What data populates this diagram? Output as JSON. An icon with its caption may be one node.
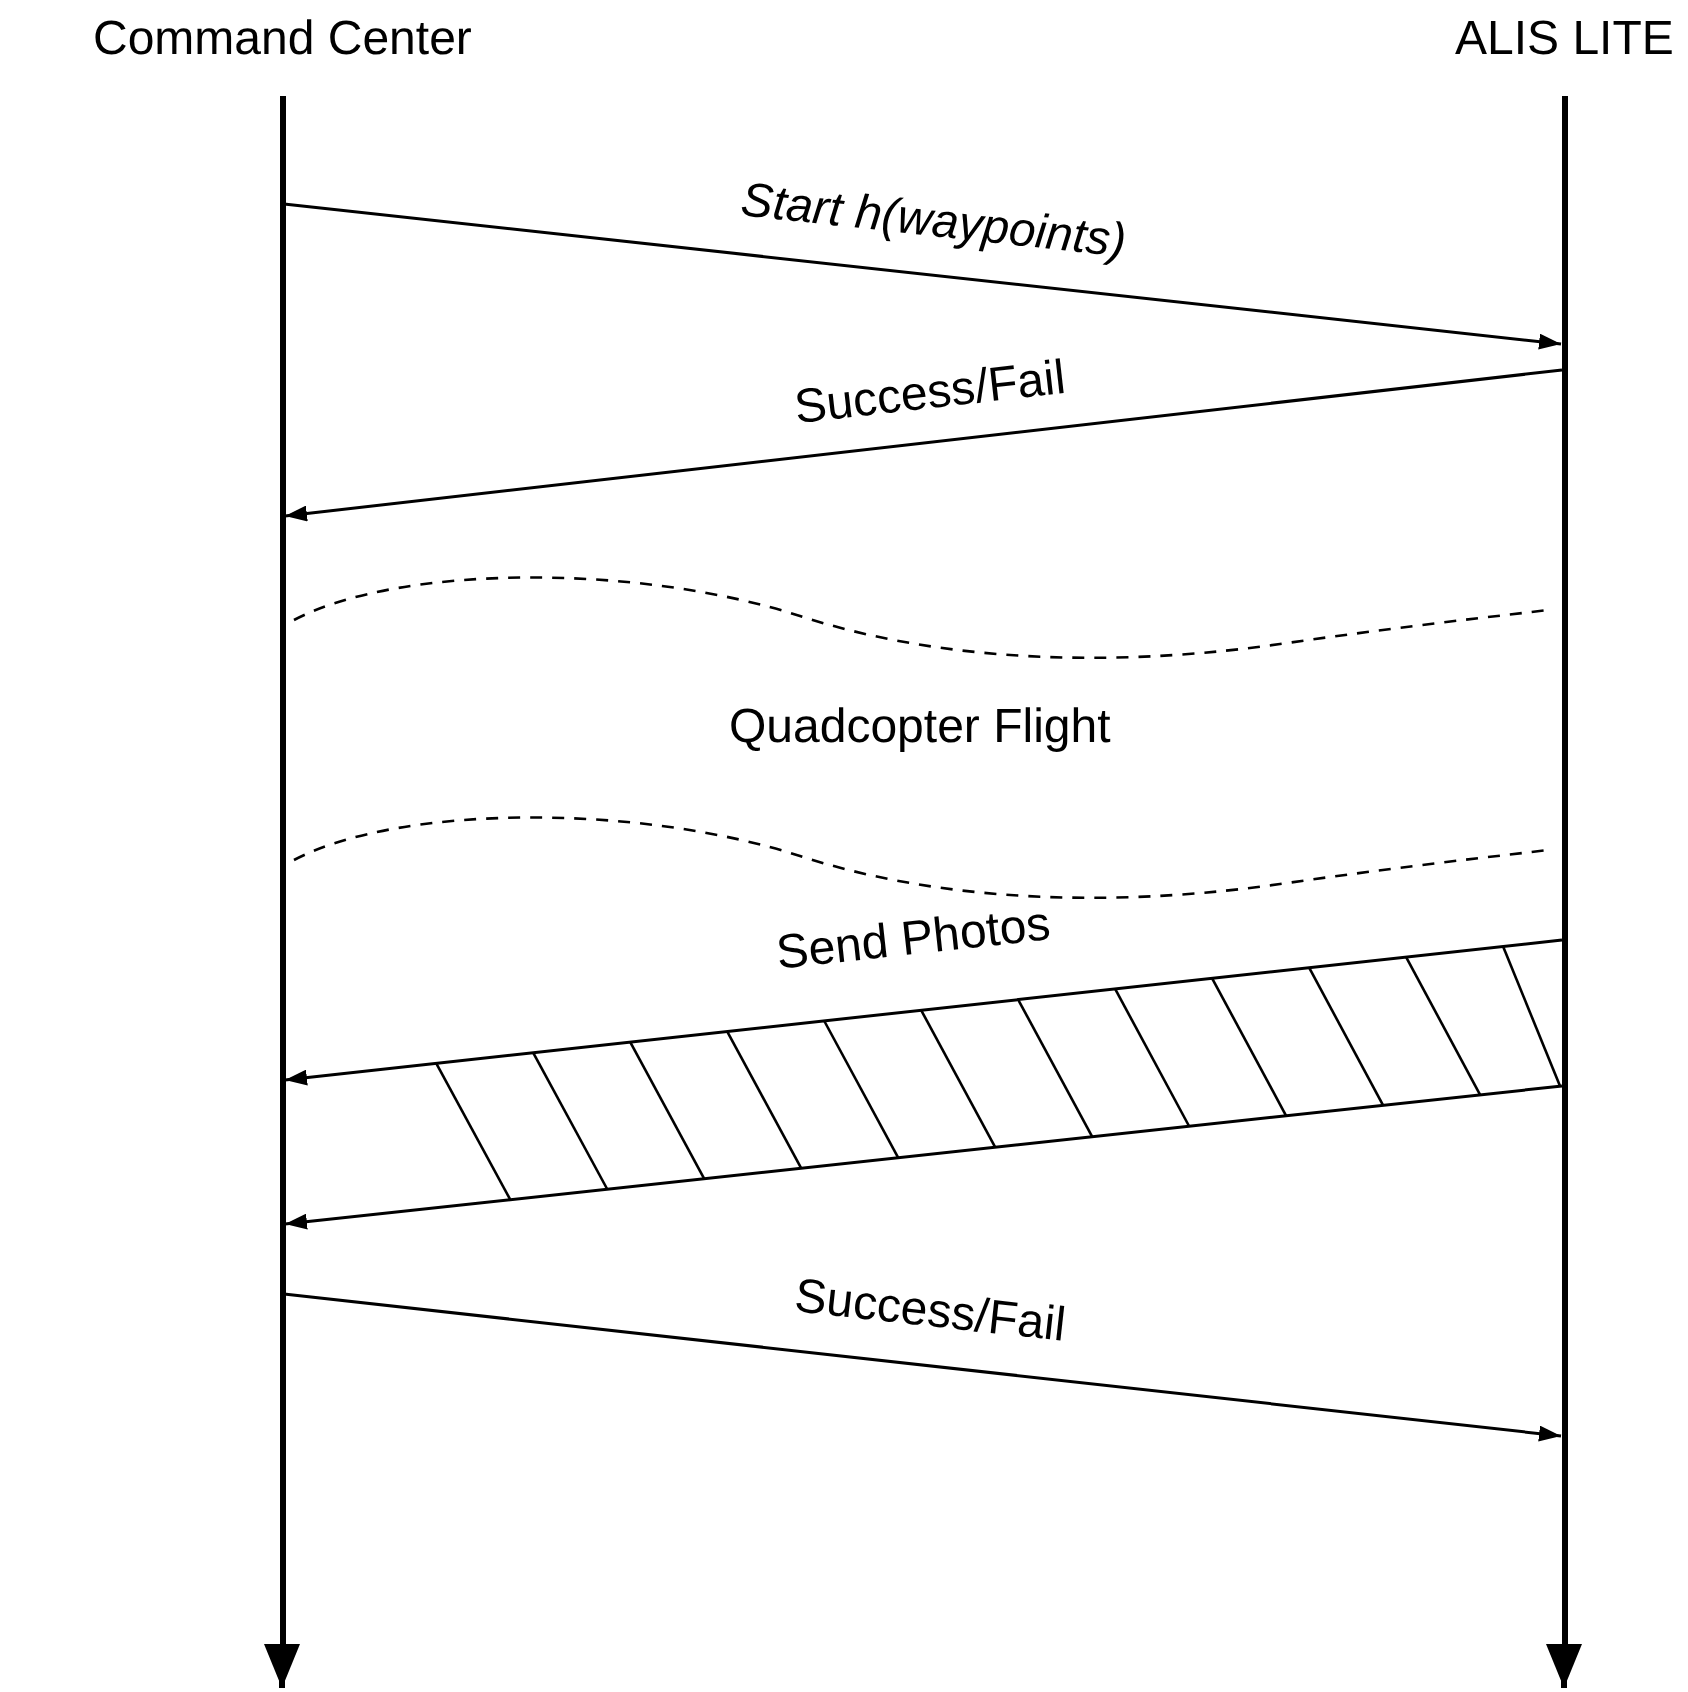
{
  "diagram": {
    "nodes": [
      {
        "text": [
          "Command Center"
        ]
      },
      {
        "text": [
          "ALIS LITE"
        ]
      }
    ],
    "edges": [
      {
        "from": 0,
        "to": null,
        "arrow": "to",
        "style": "thick"
      },
      {
        "from": 1,
        "to": null,
        "arrow": "to",
        "style": "thick"
      },
      {
        "from": 0,
        "to": 1,
        "label": "Start h(waypoints)",
        "arrow": "to"
      },
      {
        "from": 1,
        "to": 0,
        "label": "Success/Fail",
        "arrow": "to"
      },
      {
        "from": 1,
        "to": 0,
        "label": "Send Photos",
        "arrow": "to"
      },
      {
        "from": 1,
        "to": 0,
        "arrow": "to"
      },
      {
        "from": 0,
        "to": 1,
        "label": "Success/Fail",
        "arrow": "to"
      }
    ],
    "labels": [
      "Quadcopter Flight"
    ]
  }
}
